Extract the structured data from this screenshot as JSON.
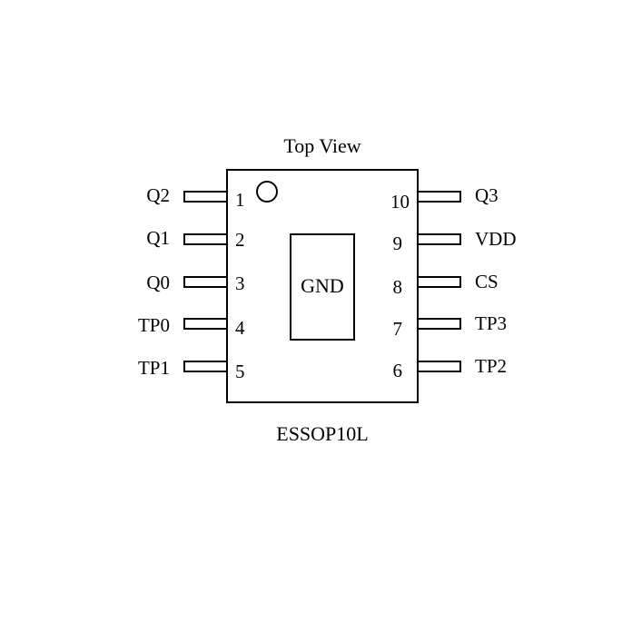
{
  "diagram": {
    "title": "Top View",
    "package": "ESSOP10L",
    "exposed_pad_label": "GND",
    "left_pins": [
      {
        "number": "1",
        "label": "Q2"
      },
      {
        "number": "2",
        "label": "Q1"
      },
      {
        "number": "3",
        "label": "Q0"
      },
      {
        "number": "4",
        "label": "TP0"
      },
      {
        "number": "5",
        "label": "TP1"
      }
    ],
    "right_pins": [
      {
        "number": "10",
        "label": "Q3"
      },
      {
        "number": "9",
        "label": "VDD"
      },
      {
        "number": "8",
        "label": "CS"
      },
      {
        "number": "7",
        "label": "TP3"
      },
      {
        "number": "6",
        "label": "TP2"
      }
    ]
  }
}
